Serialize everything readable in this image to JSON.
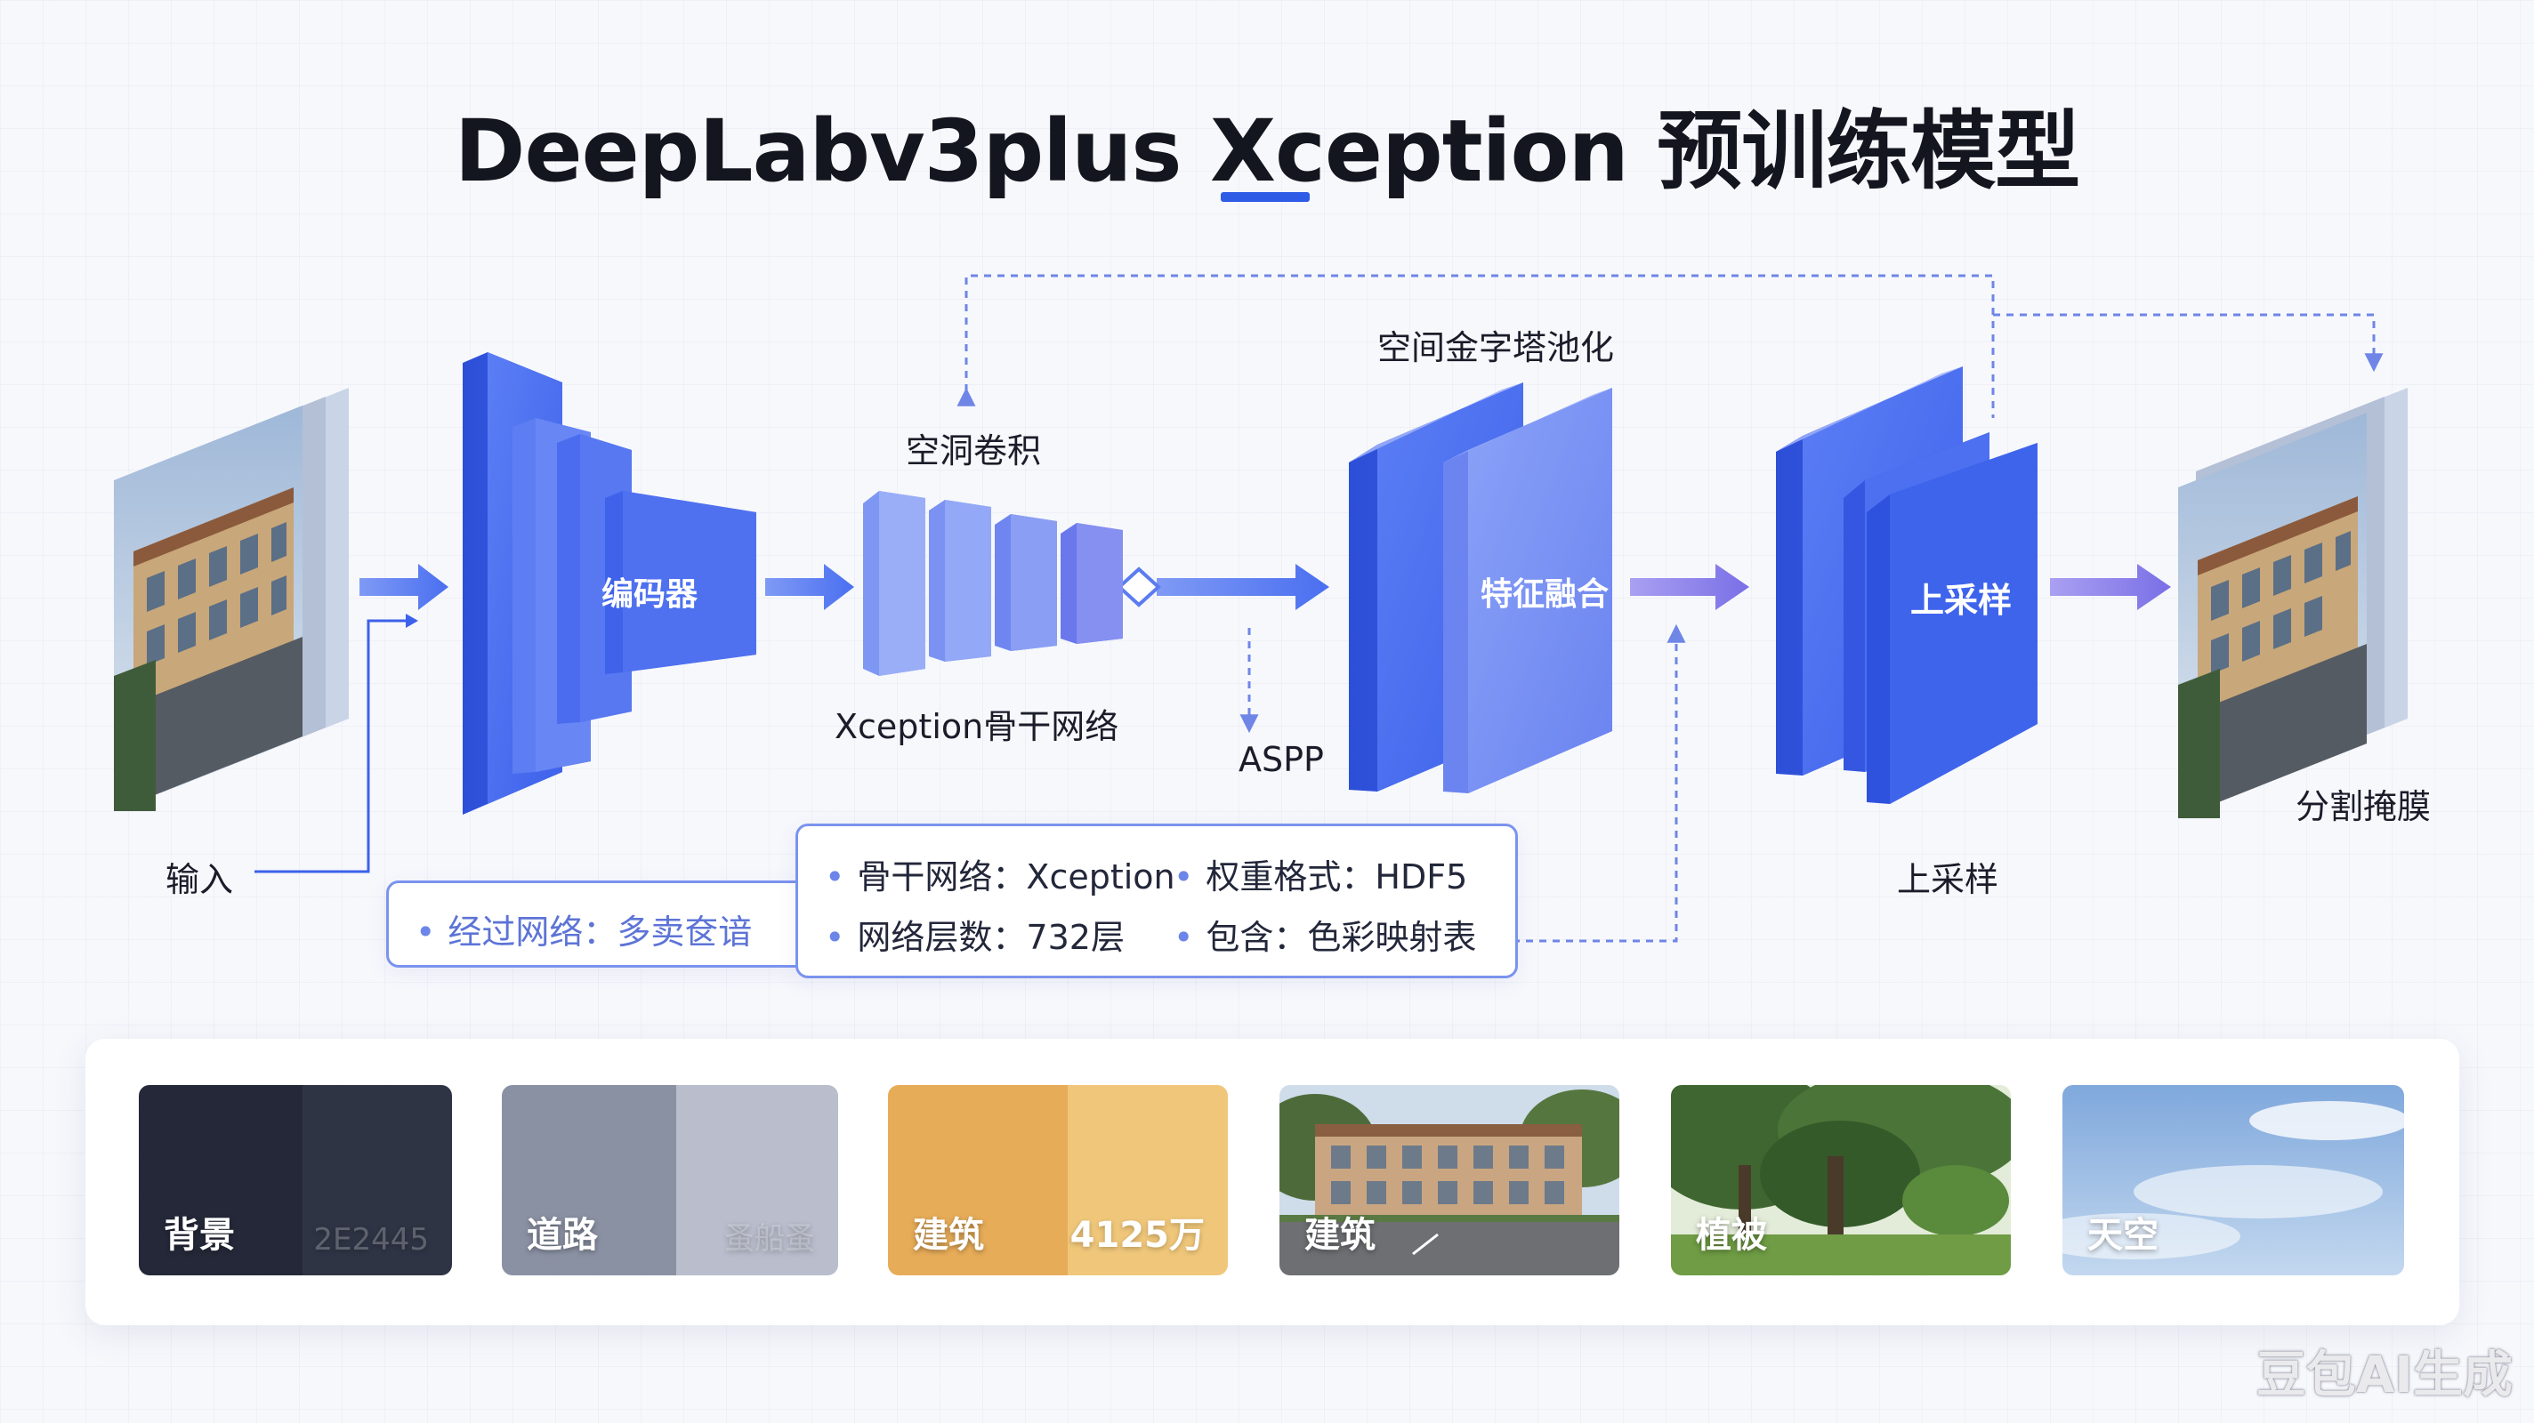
{
  "title": "DeepLabv3plus Xception 预训练模型",
  "labels": {
    "input": "输入",
    "encoder": "编码器",
    "atrous": "空洞卷积",
    "backbone": "Xception骨干网络",
    "aspp": "ASPP",
    "spp": "空间金字塔池化",
    "fusion": "特征融合",
    "upsample_block": "上采样",
    "upsample_caption": "上采样",
    "mask": "分割掩膜"
  },
  "route_card": {
    "text": "经过网络：多卖奁谙"
  },
  "info_card": {
    "items": [
      "骨干网络：Xception",
      "权重格式：HDF5",
      "网络层数：732层",
      "包含：色彩映射表"
    ]
  },
  "legend": [
    {
      "name": "背景",
      "value": "2E2445",
      "colors": [
        "#242838",
        "#2f3445"
      ]
    },
    {
      "name": "道路",
      "value": "蚤船蚤",
      "colors": [
        "#8a91a3",
        "#b9bdcc"
      ]
    },
    {
      "name": "建筑",
      "value": "4125万",
      "colors": [
        "#e7ac58",
        "#f0c77a"
      ]
    },
    {
      "name": "建筑",
      "value": "",
      "colors": []
    },
    {
      "name": "植被",
      "value": "",
      "colors": []
    },
    {
      "name": "天空",
      "value": "",
      "colors": []
    }
  ],
  "watermark": "豆包AI生成",
  "colors": {
    "accent": "#2f5ce6",
    "block_blue": "#4a6ff0",
    "block_light": "#7d94f3",
    "arrow": "#5b7cf0",
    "dashed": "#6f86e6"
  }
}
